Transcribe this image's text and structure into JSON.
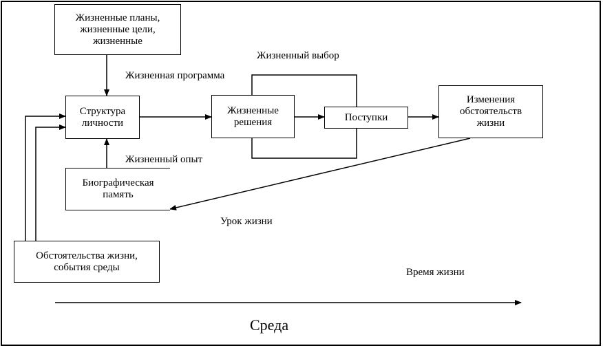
{
  "nodes": {
    "life_plans": "Жизненные планы,\nжизненные цели,\nжизненные",
    "personality": "Структура\nличности",
    "decisions": "Жизненные\nрешения",
    "actions": "Поступки",
    "changes": "Изменения\nобстоятельств\nжизни",
    "memory": "Биографическая\nпамять",
    "circumstances": "Обстоятельства жизни,\nсобытия среды"
  },
  "labels": {
    "life_program": "Жизненная программа",
    "life_choice": "Жизненный выбор",
    "life_experience": "Жизненный опыт",
    "life_lesson": "Урок жизни",
    "life_time": "Время жизни",
    "environment": "Среда"
  }
}
